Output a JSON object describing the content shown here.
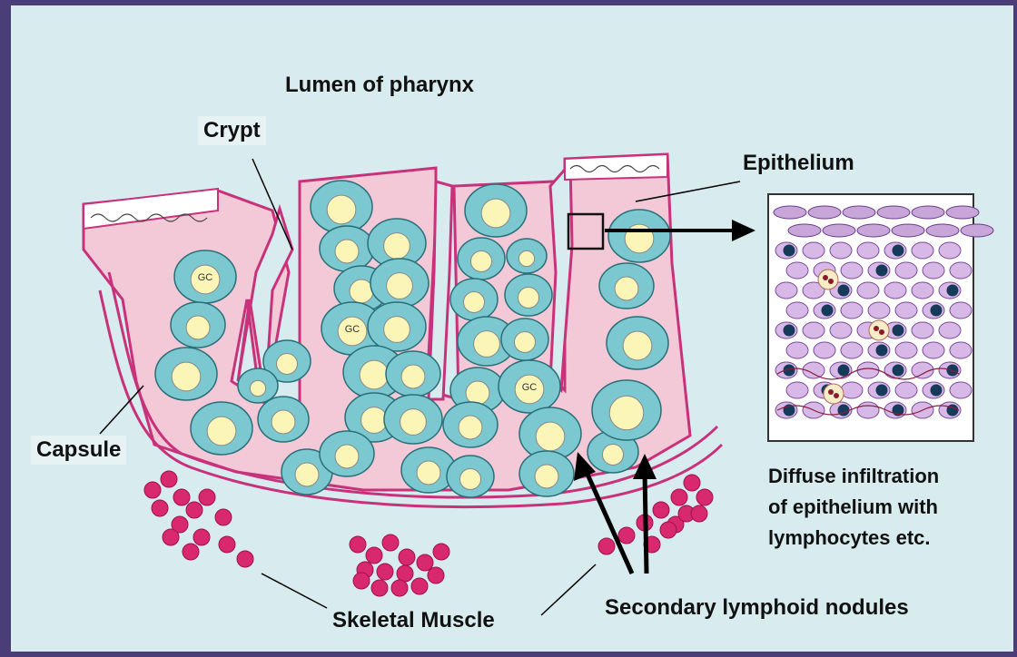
{
  "labels": {
    "lumen": "Lumen of pharynx",
    "crypt": "Crypt",
    "epithelium": "Epithelium",
    "capsule": "Capsule",
    "skeletal_muscle": "Skeletal Muscle",
    "secondary_nodules": "Secondary lymphoid nodules",
    "diffuse_line1": "Diffuse infiltration",
    "diffuse_line2": "of epithelium with",
    "diffuse_line3": "lymphocytes etc."
  },
  "nodule_marks": [
    "GC",
    "GC",
    "GC"
  ],
  "colors": {
    "background": "#d8ecf0",
    "frame": "#4b3d78",
    "tissue_pink": "#f3c9d8",
    "strands": "#c8327a",
    "nodule_blue": "#7cc8d0",
    "germinal_center": "#fbf5b8",
    "muscle": "#d8286e"
  }
}
